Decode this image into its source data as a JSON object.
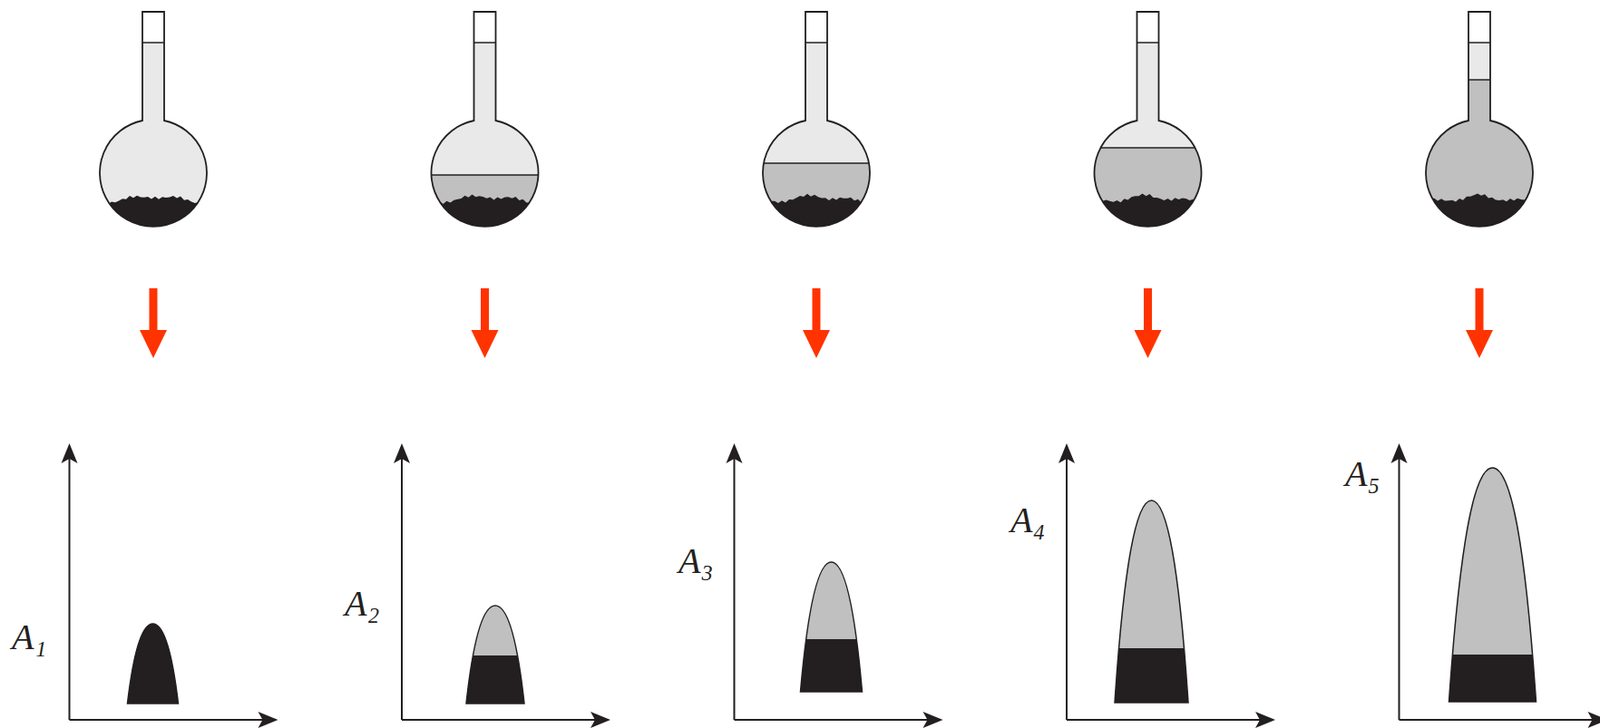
{
  "diagram": {
    "labels": [
      "A₁",
      "A₂",
      "A₃",
      "A₄",
      "A₅"
    ]
  }
}
